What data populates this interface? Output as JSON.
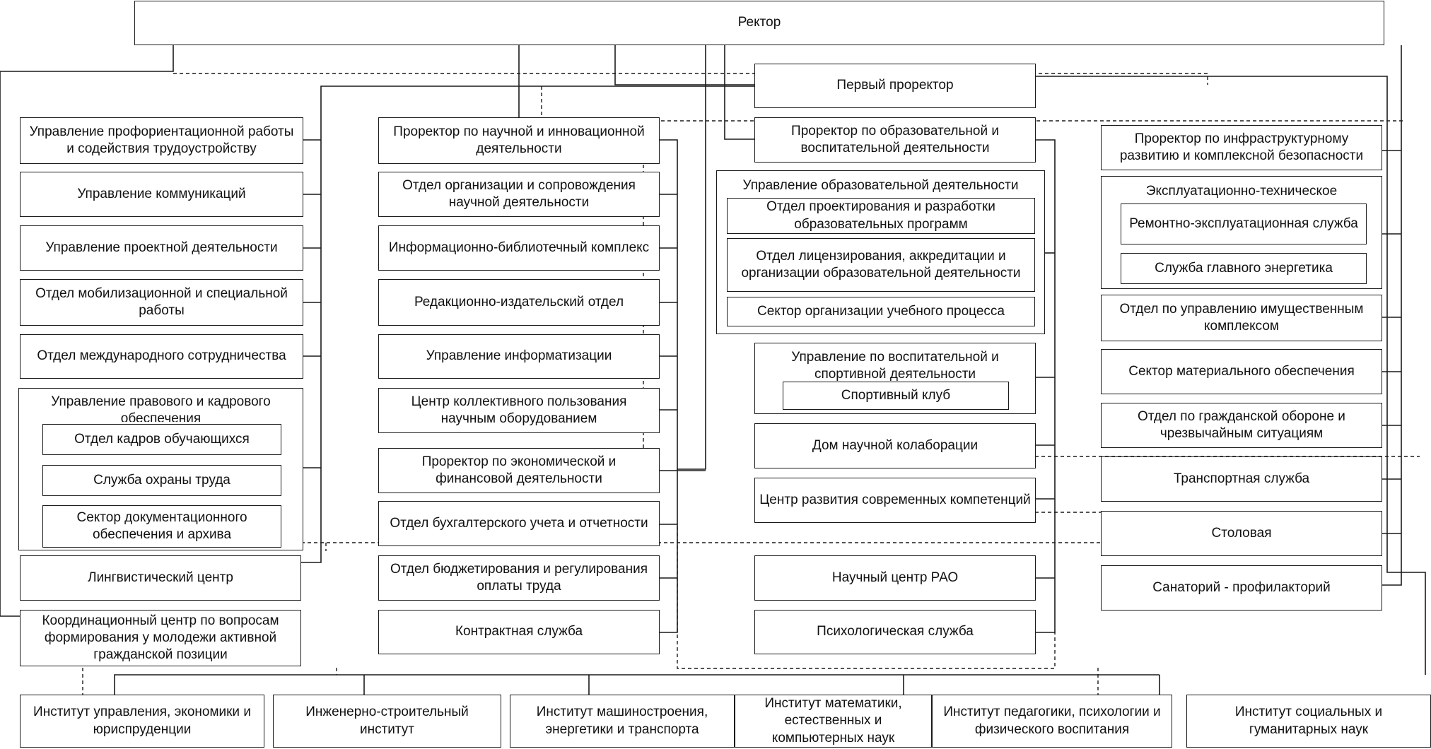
{
  "rector": "Ректор",
  "first_prorector": "Первый проректор",
  "left_column": {
    "career": "Управление профориентационной работы и содействия трудоустройству",
    "communications": "Управление коммуникаций",
    "projects": "Управление проектной деятельности",
    "mobilization": "Отдел мобилизационной и специальной работы",
    "international": "Отдел международного сотрудничества",
    "legal_hr": {
      "title": "Управление правового и кадрового обеспечения",
      "students_hr": "Отдел кадров обучающихся",
      "labor_safety": "Служба охраны труда",
      "documents": "Сектор документационного обеспечения и архива"
    },
    "linguistic": "Лингвистический центр",
    "civic": "Координационный центр по вопросам формирования у молодежи активной гражданской позиции"
  },
  "science_column": {
    "prorector": "Проректор по научной и инновационной деятельности",
    "research_support": "Отдел организации и сопровождения научной деятельности",
    "library": "Информационно-библиотечный комплекс",
    "publishing": "Редакционно-издательский отдел",
    "it": "Управление информатизации",
    "equipment": "Центр коллективного пользования научным оборудованием",
    "econ_prorector": "Проректор по экономической и финансовой деятельности",
    "accounting": "Отдел бухгалтерского учета и отчетности",
    "budget": "Отдел бюджетирования и регулирования оплаты труда",
    "contract": "Контрактная служба"
  },
  "education_column": {
    "prorector": "Проректор по образовательной и воспитательной деятельности",
    "edu_management": {
      "title": "Управление образовательной деятельности",
      "programs": "Отдел проектирования и разработки образовательных программ",
      "licensing": "Отдел лицензирования, аккредитации и организации образовательной деятельности",
      "schedule": "Сектор организации учебного процесса"
    },
    "upbringing": {
      "title": "Управление по воспитательной и спортивной деятельности",
      "sport_club": "Спортивный клуб"
    },
    "collaboration": "Дом научной колаборации",
    "competencies": "Центр развития современных компетенций",
    "rao": "Научный центр РАО",
    "psychology": "Психологическая служба"
  },
  "infra_column": {
    "prorector": "Проректор по инфраструктурному развитию и комплексной безопасности",
    "operations": {
      "title": "Эксплуатационно-техническое",
      "repair": "Ремонтно-эксплуатационная служба",
      "energy": "Служба главного энергетика"
    },
    "property": "Отдел по управлению имущественным комплексом",
    "supply": "Сектор материального обеспечения",
    "civil_defense": "Отдел по гражданской обороне и чрезвычайным ситуациям",
    "transport": "Транспортная служба",
    "canteen": "Столовая",
    "sanatorium": "Санаторий - профилакторий"
  },
  "institutes": [
    "Институт управления, экономики и юриспруденции",
    "Инженерно-строительный институт",
    "Институт машиностроения, энергетики и транспорта",
    "Институт математики, естественных и компьютерных наук",
    "Институт педагогики, психологии и физического воспитания",
    "Институт социальных и гуманитарных наук"
  ],
  "colors": {
    "line": "#1a1a1a",
    "background": "#ffffff"
  }
}
